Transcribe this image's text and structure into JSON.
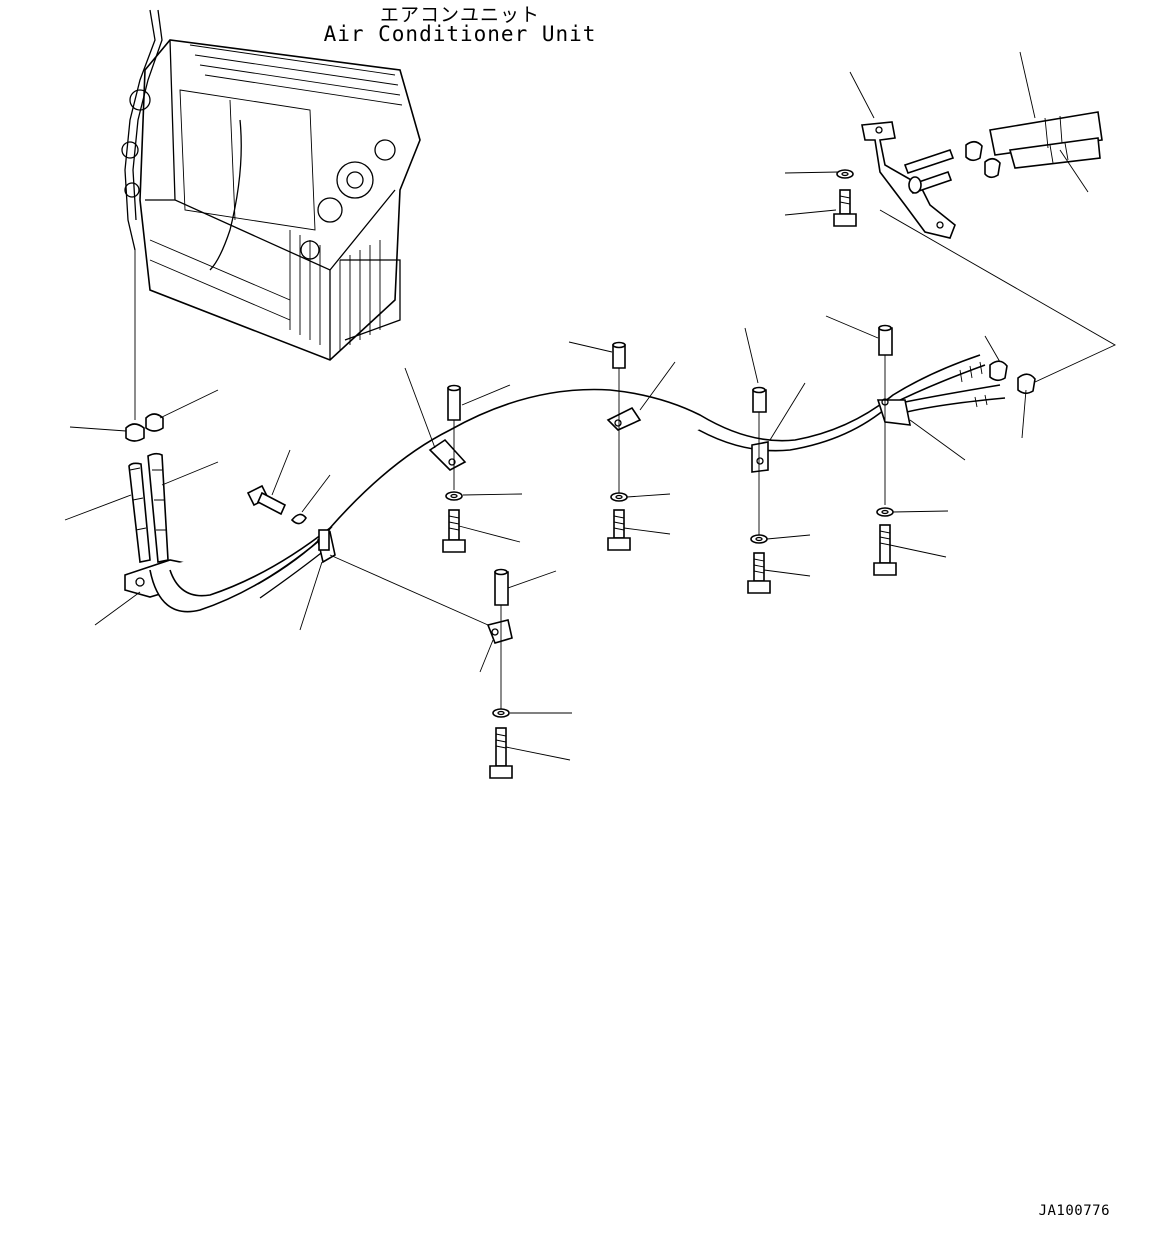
{
  "diagram": {
    "title_jp": "エアコンユニット",
    "title_en": "Air Conditioner Unit",
    "doc_code": "JA100776"
  },
  "colors": {
    "line": "#000000",
    "background": "#ffffff"
  },
  "icons": [
    "air-conditioner-unit-icon",
    "hose-icon",
    "clamp-icon",
    "bolt-icon",
    "washer-icon",
    "spacer-icon",
    "bracket-icon",
    "plate-icon"
  ]
}
